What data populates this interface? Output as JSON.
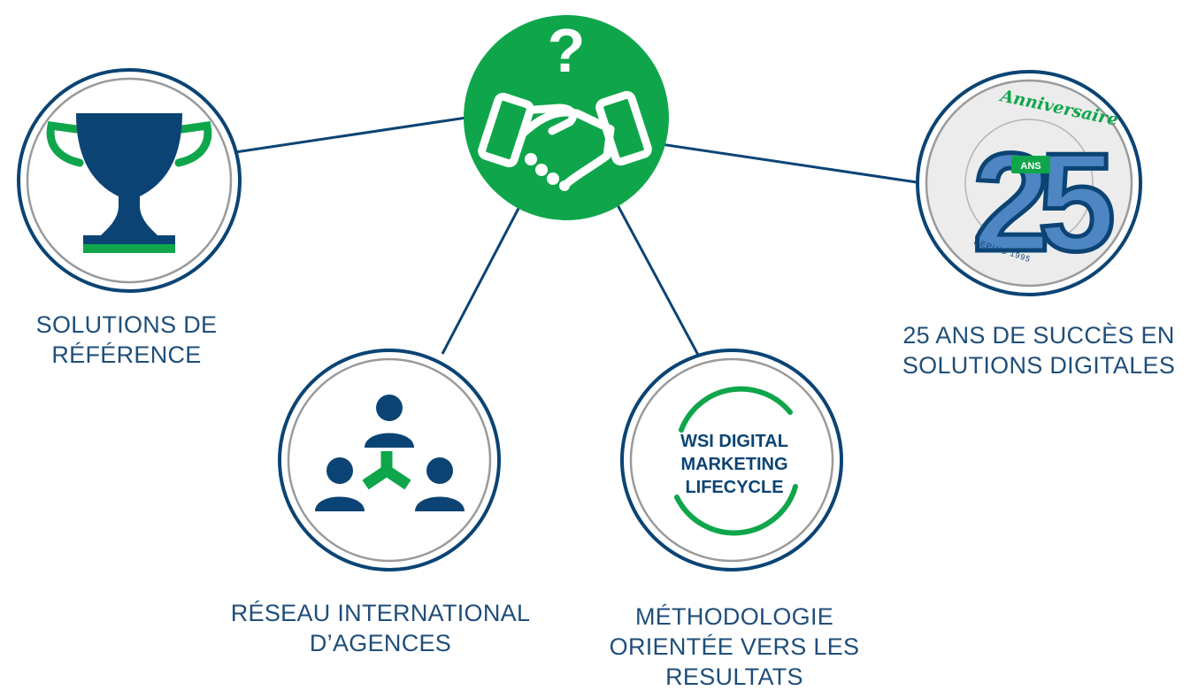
{
  "colors": {
    "navy": "#0b4474",
    "green": "#0fa64b",
    "ring_gray": "#9a9a9a",
    "text": "#1f4e79"
  },
  "center": {
    "symbol": "?",
    "icon": "handshake-icon"
  },
  "nodes": [
    {
      "id": "solutions",
      "icon": "trophy-icon",
      "label_lines": [
        "SOLUTIONS DE",
        "RÉFÉRENCE"
      ]
    },
    {
      "id": "reseau",
      "icon": "team-network-icon",
      "label_lines": [
        "RÉSEAU INTERNATIONAL",
        "D’AGENCES"
      ]
    },
    {
      "id": "methodologie",
      "icon": "lifecycle-badge",
      "badge_lines": [
        "WSI DIGITAL",
        "MARKETING",
        "LIFECYCLE"
      ],
      "label_lines": [
        "MÉTHODOLOGIE",
        "ORIENTÉE VERS LES",
        "RESULTATS"
      ]
    },
    {
      "id": "anniversaire",
      "icon": "anniversary-25-logo",
      "logo": {
        "script": "Anniversaire",
        "ribbon": "ANS",
        "number": "25",
        "since": "DEPUIS 1995"
      },
      "label_lines": [
        "25 ANS DE SUCCÈS EN",
        "SOLUTIONS DIGITALES"
      ]
    }
  ]
}
